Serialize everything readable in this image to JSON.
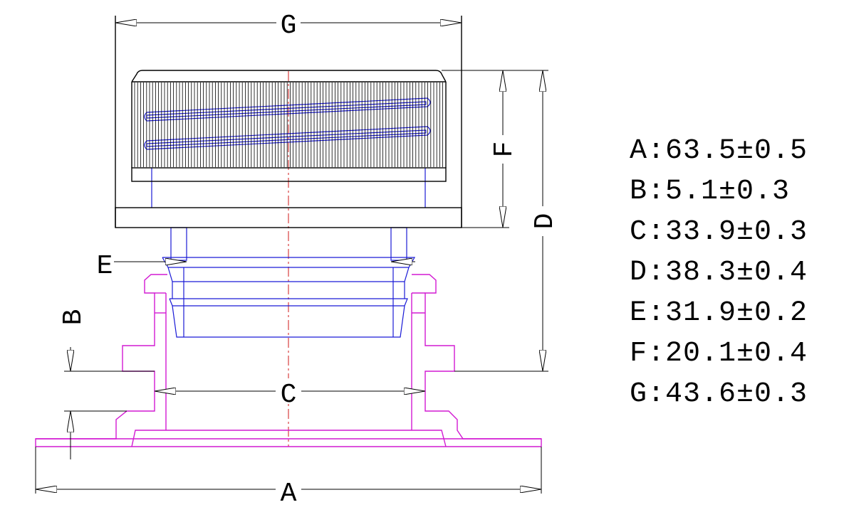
{
  "dimension_labels": {
    "a": "A",
    "b": "B",
    "c": "C",
    "d": "D",
    "e": "E",
    "f": "F",
    "g": "G"
  },
  "specs": [
    {
      "text": "A:63.5±0.5"
    },
    {
      "text": "B:5.1±0.3"
    },
    {
      "text": "C:33.9±0.3"
    },
    {
      "text": "D:38.3±0.4"
    },
    {
      "text": "E:31.9±0.2"
    },
    {
      "text": "F:20.1±0.4"
    },
    {
      "text": "G:43.6±0.3"
    }
  ],
  "colors": {
    "dimension_lines": "#000000",
    "cap_outline": "#1a1ad6",
    "base_outline": "#d21ad2",
    "centerline": "#d21a1a"
  }
}
